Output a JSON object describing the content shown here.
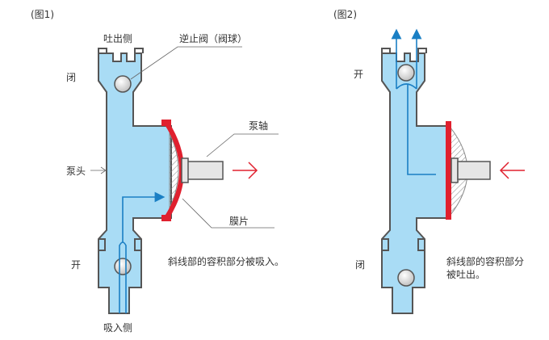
{
  "figure1": {
    "caption": "(图1)",
    "label_outlet_side": "吐出侧",
    "label_check_valve": "逆止阀（阀球）",
    "label_closed": "闭",
    "label_pump_shaft": "泵轴",
    "label_pump_head": "泵头",
    "label_diaphragm": "膜片",
    "label_open": "开",
    "label_inlet_side": "吸入侧",
    "note": "斜线部的容积部分被吸入。"
  },
  "figure2": {
    "caption": "(图2)",
    "label_open": "开",
    "label_closed": "闭",
    "note_line1": "斜线部的容积部分",
    "note_line2": "被吐出。"
  },
  "colors": {
    "fluid": "#a9dcf5",
    "outline": "#555555",
    "flow_arrow": "#1a7fc4",
    "diaphragm": "#e0202e",
    "motion_arrow": "#e0202e",
    "shaft": "#e6e6e6",
    "hatch": "#888888"
  },
  "icons": {
    "check_ball": "ball-icon",
    "flow": "flow-arrow-icon",
    "motion": "motion-arrow-icon"
  }
}
